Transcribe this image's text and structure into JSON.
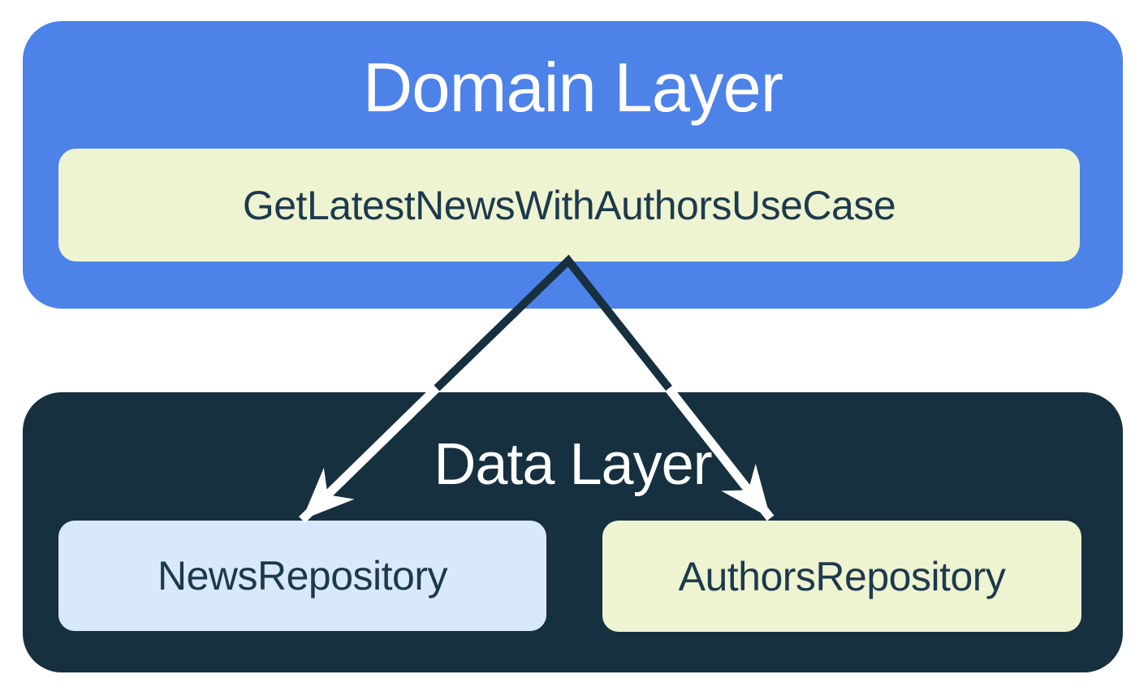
{
  "diagram": {
    "title_hint": "App architecture dependency diagram",
    "domain_layer": {
      "title": "Domain Layer",
      "use_case": {
        "label": "GetLatestNewsWithAuthorsUseCase"
      }
    },
    "data_layer": {
      "title": "Data Layer",
      "repositories": [
        {
          "label": "NewsRepository"
        },
        {
          "label": "AuthorsRepository"
        }
      ]
    },
    "relationships": [
      "GetLatestNewsWithAuthorsUseCase depends on NewsRepository",
      "GetLatestNewsWithAuthorsUseCase depends on AuthorsRepository"
    ]
  },
  "colors": {
    "blue": "#4d82e9",
    "navy": "#16303f",
    "pale-green": "#eef4d1",
    "light-blue": "#d8e9fb",
    "text-navy": "#1d3a4d",
    "title-white": "#ffffff",
    "canvas": "#ffffff"
  }
}
